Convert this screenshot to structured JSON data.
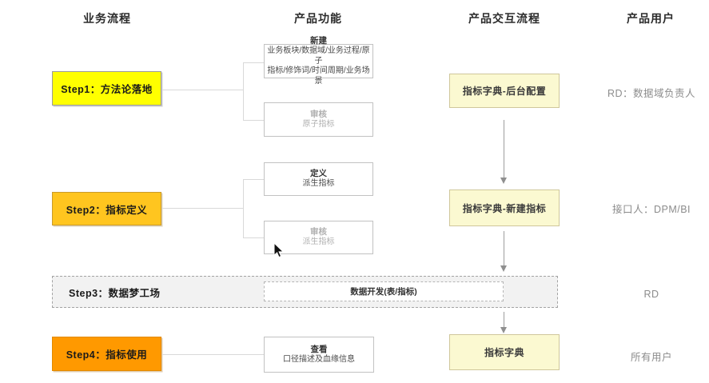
{
  "headers": {
    "business_process": "业务流程",
    "product_function": "产品功能",
    "product_interaction": "产品交互流程",
    "product_user": "产品用户"
  },
  "steps": [
    {
      "label": "Step1：方法论落地"
    },
    {
      "label": "Step2：指标定义"
    },
    {
      "label": "Step3：数据梦工场"
    },
    {
      "label": "Step4：指标使用"
    }
  ],
  "functions": [
    {
      "title": "新建",
      "line1": "业务板块/数据域/业务过程/原子",
      "line2": "指标/修饰词/时间周期/业务场景"
    },
    {
      "title": "审核",
      "subtitle": "原子指标"
    },
    {
      "title": "定义",
      "subtitle": "派生指标"
    },
    {
      "title": "审核",
      "subtitle": "派生指标"
    },
    {
      "title": "数据开发(表/指标)"
    },
    {
      "title": "查看",
      "subtitle": "口径描述及血缘信息"
    }
  ],
  "interactions": [
    {
      "label": "指标字典-后台配置"
    },
    {
      "label": "指标字典-新建指标"
    },
    {
      "label": "指标字典"
    }
  ],
  "users": [
    {
      "label": "RD：数据域负责人"
    },
    {
      "label": "接口人：DPM/BI"
    },
    {
      "label": "RD"
    },
    {
      "label": "所有用户"
    }
  ],
  "colors": {
    "step1_fill": "#FFFF00",
    "step2_fill": "#FFC51F",
    "step4_fill": "#FF9900",
    "interaction_fill": "#FBF9D1",
    "swimlane_fill": "#F2F2F2",
    "muted_text": "#B0B0B0",
    "user_text": "#8C8C8C"
  }
}
